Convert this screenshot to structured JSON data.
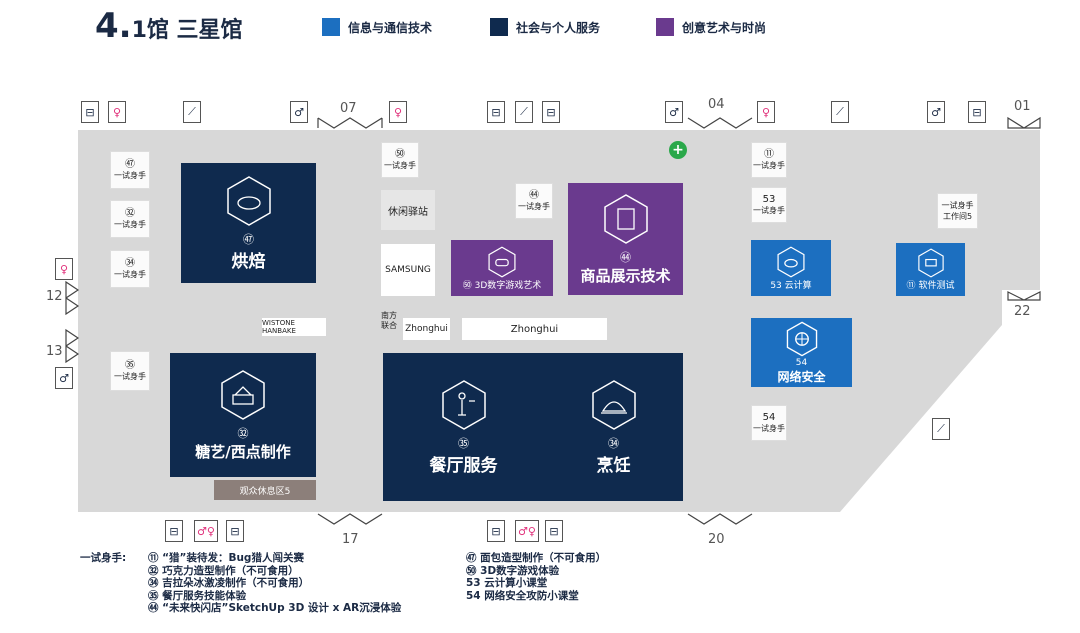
{
  "header": {
    "number": "4.",
    "hall": "1馆 三星馆"
  },
  "legend": [
    {
      "label": "信息与通信技术",
      "color": "#1c6fc0"
    },
    {
      "label": "社会与个人服务",
      "color": "#0f2a4e"
    },
    {
      "label": "创意艺术与时尚",
      "color": "#6a3a8e"
    }
  ],
  "booths": {
    "baking": {
      "num": "㊼",
      "name": "烘焙"
    },
    "sugar": {
      "num": "㉜",
      "name": "糖艺/西点制作"
    },
    "restaurant": {
      "num": "㉟",
      "name": "餐厅服务"
    },
    "cooking": {
      "num": "㉞",
      "name": "烹饪"
    },
    "game": {
      "num": "㊿",
      "name": "3D数字游戏艺术"
    },
    "display": {
      "num": "㊹",
      "name": "商品展示技术"
    },
    "cloud": {
      "num": "53",
      "name": "云计算"
    },
    "software": {
      "num": "⑪",
      "name": "软件测试"
    },
    "network": {
      "num": "54",
      "name": "网络安全"
    }
  },
  "try_stations": [
    {
      "id": "t47",
      "num": "㊼",
      "label": "一试身手"
    },
    {
      "id": "t32",
      "num": "㉜",
      "label": "一试身手"
    },
    {
      "id": "t34",
      "num": "㉞",
      "label": "一试身手"
    },
    {
      "id": "t35",
      "num": "㉟",
      "label": "一试身手"
    },
    {
      "id": "t50",
      "num": "㊿",
      "label": "一试身手"
    },
    {
      "id": "t44",
      "num": "㊹",
      "label": "一试身手"
    },
    {
      "id": "t11",
      "num": "⑪",
      "label": "一试身手"
    },
    {
      "id": "t53",
      "num": "53",
      "label": "一试身手"
    },
    {
      "id": "t54",
      "num": "54",
      "label": "一试身手"
    }
  ],
  "other": {
    "rest_station": "休闲驿站",
    "samsung": "SAMSUNG",
    "wistone": "WISTONE HANBAKE",
    "nanfang": "南方\n联合",
    "zhonghui_small": "Zhonghui",
    "zhonghui_large": "Zhonghui",
    "audience_rest": "观众休息区5",
    "studio_l1": "一试身手",
    "studio_l2": "工作间5"
  },
  "gates": {
    "g01": "01",
    "g04": "04",
    "g07": "07",
    "g12": "12",
    "g13": "13",
    "g17": "17",
    "g20": "20",
    "g22": "22"
  },
  "notes": {
    "heading": "一试身手:",
    "left": [
      "⑪ “猎”装待发：Bug猎人闯关赛",
      "㉜ 巧克力造型制作（不可食用）",
      "㉞ 吉拉朵冰激凌制作（不可食用）",
      "㉟ 餐厅服务技能体验",
      "㊹ “未来快闪店”SketchUp 3D 设计 x AR沉浸体验"
    ],
    "right": [
      "㊼ 面包造型制作（不可食用）",
      "㊿ 3D数字游戏体验",
      "53 云计算小课堂",
      "54 网络安全攻防小课堂"
    ]
  }
}
